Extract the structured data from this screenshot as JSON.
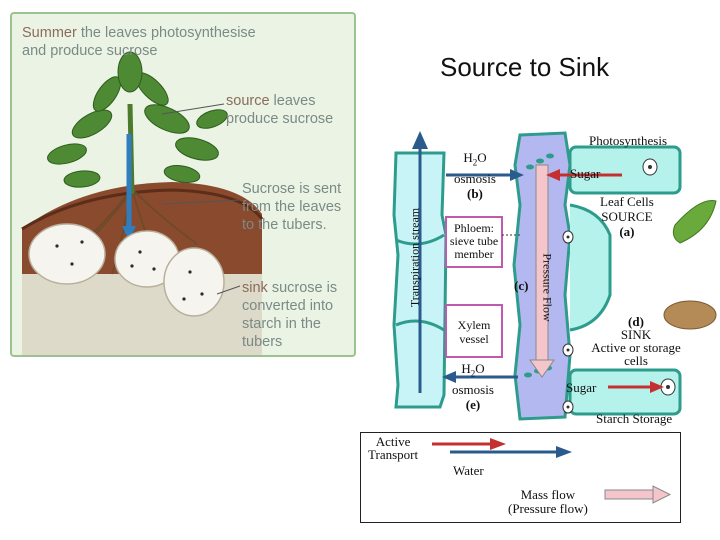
{
  "title": "Source to Sink",
  "panel": {
    "summer_bold": "Summer",
    "summer_rest": " the leaves photosynthesise",
    "summer_line2": "and produce sucrose",
    "source_bold": "source",
    "source_rest": " leaves",
    "source_line2": "produce sucrose",
    "sent_line1": "Sucrose is sent",
    "sent_line2": "from the leaves",
    "sent_line3": "to the tubers.",
    "sink_bold": "sink",
    "sink_rest": " sucrose is",
    "sink_line2": "converted into",
    "sink_line3": "starch in the",
    "sink_line4": "tubers"
  },
  "diagram": {
    "photosynthesis": "Photosynthesis",
    "h2o_top_prefix": "H",
    "h2o_sub": "2",
    "h2o_top_suffix": "O",
    "osmosis_top": "osmosis",
    "label_b": "(b)",
    "sugar_top": "Sugar",
    "leaf_cells": "Leaf Cells",
    "source": "SOURCE",
    "label_a": "(a)",
    "phloem_line1": "Phloem:",
    "phloem_line2": "sieve tube",
    "phloem_line3": "member",
    "label_c": "(c)",
    "pressure_flow": "Pressure Flow",
    "transpiration": "Transpiration stream",
    "xylem_line1": "Xylem",
    "xylem_line2": "vessel",
    "label_d": "(d)",
    "sink": "SINK",
    "active_storage_line1": "Active or storage",
    "active_storage_line2": "cells",
    "h2o_bot_prefix": "H",
    "h2o_bot_suffix": "O",
    "osmosis_bot": "osmosis",
    "label_e": "(e)",
    "sugar_bot": "Sugar",
    "starch_storage": "Starch Storage"
  },
  "legend": {
    "active_line1": "Active",
    "active_line2": "Transport",
    "water": "Water",
    "mass_line1": "Mass flow",
    "mass_line2": "(Pressure flow)"
  },
  "colors": {
    "xylem_fill": "#c8f4f8",
    "cell_wall": "#2e9c8c",
    "phloem_fill": "#b4b8f0",
    "leaf_cell_fill": "#b6f2ec",
    "active_arrow": "#c43030",
    "water_arrow": "#2a5b8c",
    "mass_flow_fill": "#f4c6cc"
  }
}
